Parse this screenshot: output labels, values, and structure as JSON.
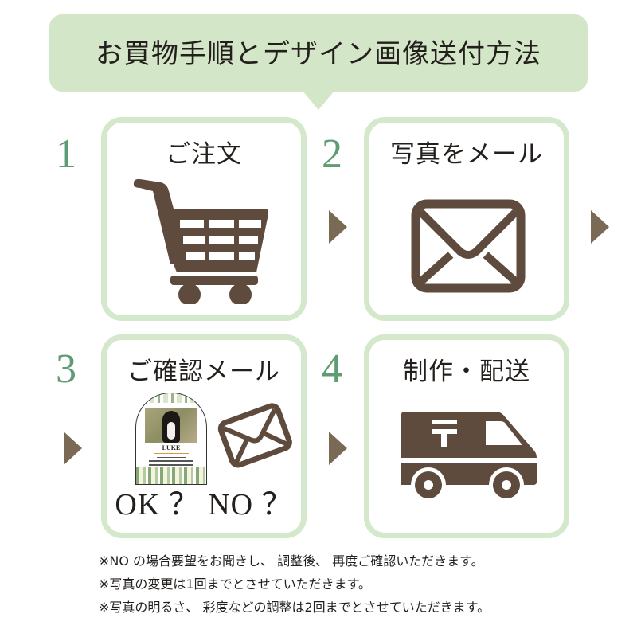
{
  "banner": {
    "title": "お買物手順とデザイン画像送付方法",
    "background_color": "#d4e6c8"
  },
  "colors": {
    "step_number": "#5e9c74",
    "box_border": "#d4e8cb",
    "icon_brown": "#5f4b3e",
    "arrow": "#7a6a55",
    "text": "#231f1c"
  },
  "steps": [
    {
      "number": "1",
      "title": "ご注文",
      "icon": "shopping-cart-icon"
    },
    {
      "number": "2",
      "title": "写真をメール",
      "icon": "envelope-icon"
    },
    {
      "number": "3",
      "title": "ご確認メール",
      "icon": "envelope-icon",
      "sample": {
        "name": "LUKE",
        "image": "memorial-plaque-preview"
      },
      "prompt": "OK ？ NO ？"
    },
    {
      "number": "4",
      "title": "制作・配送",
      "icon": "delivery-van-icon"
    }
  ],
  "notes": [
    "※NO の場合要望をお聞きし、 調整後、 再度ご確認いただきます。",
    "※写真の変更は1回までとさせていただきます。",
    "※写真の明るさ、 彩度などの調整は2回までとさせていただきます。"
  ]
}
